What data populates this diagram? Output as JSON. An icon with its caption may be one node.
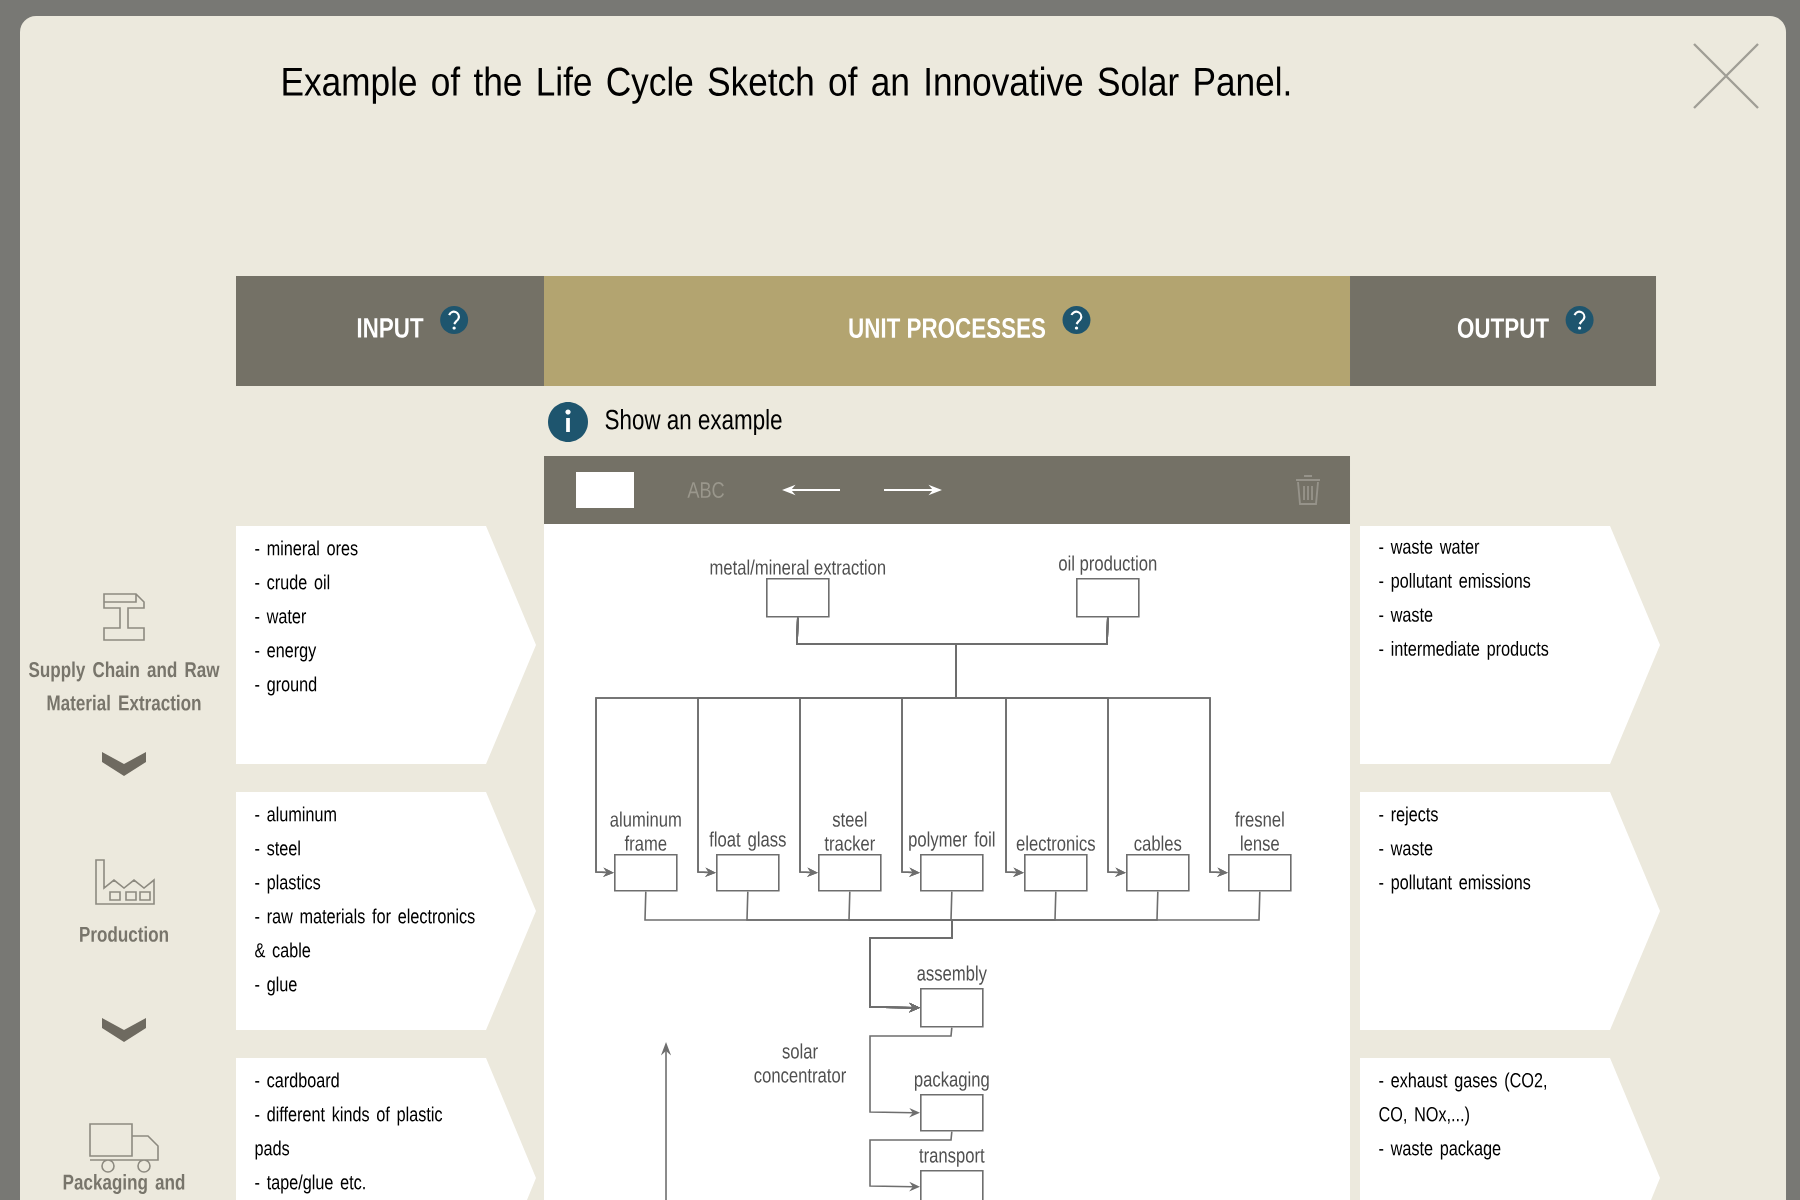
{
  "diagram": {
    "title": "Example of the Life Cycle Sketch of an Innovative Solar Panel.",
    "nodes": [
      {
        "text": [
          "INPUT"
        ]
      },
      {
        "text": [
          "UNIT PROCESSES"
        ]
      },
      {
        "text": [
          "OUTPUT"
        ]
      },
      {
        "text": [
          "- mineral ores",
          "- crude oil",
          "- water",
          "- energy",
          "- ground"
        ]
      },
      {
        "text": [
          "- aluminum",
          "- steel",
          "- plastics",
          "- raw materials for electronics & cable",
          "- glue"
        ]
      },
      {
        "text": [
          "- cardboard",
          "- different kinds of plastic pads",
          "- tape/glue etc."
        ]
      },
      {
        "text": [
          "- waste water",
          "- pollutant emissions",
          "- waste",
          "- intermediate products"
        ]
      },
      {
        "text": [
          "- rejects",
          "- waste",
          "- pollutant emissions"
        ]
      },
      {
        "text": [
          "- exhaust gases (CO2, CO, NOx,...)",
          "- waste package"
        ]
      },
      {
        "text": [
          "metal/mineral extraction"
        ]
      },
      {
        "text": [
          "oil production"
        ]
      },
      {
        "text": [
          "aluminum frame"
        ]
      },
      {
        "text": [
          "float glass"
        ]
      },
      {
        "text": [
          "steel tracker"
        ]
      },
      {
        "text": [
          "polymer foil"
        ]
      },
      {
        "text": [
          "electronics"
        ]
      },
      {
        "text": [
          "cables"
        ]
      },
      {
        "text": [
          "fresnel lense"
        ]
      },
      {
        "text": [
          "assembly"
        ]
      },
      {
        "text": [
          "packaging"
        ]
      },
      {
        "text": [
          "transport"
        ]
      }
    ],
    "edges": [
      {
        "from": 9,
        "to": 11,
        "arrow": "to"
      },
      {
        "from": 9,
        "to": 12,
        "arrow": "to"
      },
      {
        "from": 9,
        "to": 13,
        "arrow": "to"
      },
      {
        "from": 9,
        "to": 14,
        "arrow": "to"
      },
      {
        "from": 9,
        "to": 15,
        "arrow": "to"
      },
      {
        "from": 9,
        "to": 16,
        "arrow": "to"
      },
      {
        "from": 9,
        "to": 17,
        "arrow": "to"
      },
      {
        "from": 10,
        "to": 11,
        "arrow": "to"
      },
      {
        "from": 10,
        "to": 12,
        "arrow": "to"
      },
      {
        "from": 10,
        "to": 13,
        "arrow": "to"
      },
      {
        "from": 10,
        "to": 14,
        "arrow": "to"
      },
      {
        "from": 10,
        "to": 15,
        "arrow": "to"
      },
      {
        "from": 10,
        "to": 16,
        "arrow": "to"
      },
      {
        "from": 10,
        "to": 17,
        "arrow": "to"
      },
      {
        "from": 11,
        "to": 18,
        "arrow": "to"
      },
      {
        "from": 12,
        "to": 18,
        "arrow": "to"
      },
      {
        "from": 13,
        "to": 18,
        "arrow": "to"
      },
      {
        "from": 14,
        "to": 18,
        "arrow": "to"
      },
      {
        "from": 15,
        "to": 18,
        "arrow": "to"
      },
      {
        "from": 16,
        "to": 18,
        "arrow": "to"
      },
      {
        "from": 17,
        "to": 18,
        "arrow": "to"
      },
      {
        "from": 18,
        "to": 19,
        "arrow": "to",
        "label": "solar concentrator"
      },
      {
        "from": 19,
        "to": 20,
        "arrow": "to"
      }
    ],
    "labels": [
      "Show an example",
      "ABC",
      "Supply Chain and Raw Material Extraction",
      "Production",
      "Packaging and"
    ]
  }
}
